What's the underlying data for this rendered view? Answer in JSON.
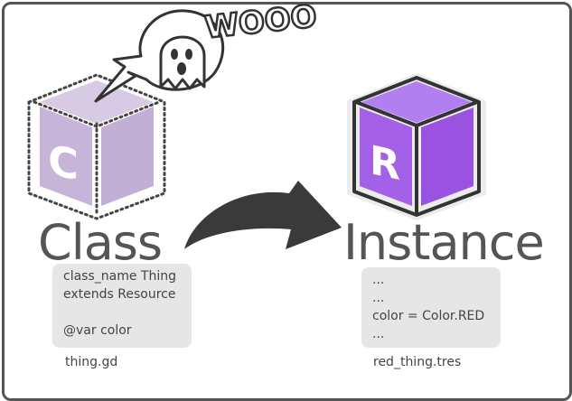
{
  "colors": {
    "frame": "#555555",
    "class_cube_fill": "#c6b5d9",
    "instance_cube_fill": "#a560e8",
    "arrow": "#3a3a3a",
    "code_bg": "#e6e6e6"
  },
  "ghost": {
    "sound_text": "WOOO",
    "icon": "ghost-icon"
  },
  "class_section": {
    "title": "Class",
    "cube_letter": "C",
    "code_lines": [
      "class_name Thing",
      "extends Resource",
      "",
      "@var color"
    ],
    "filename": "thing.gd"
  },
  "instance_section": {
    "title": "Instance",
    "cube_letter": "R",
    "code_lines": [
      "...",
      "...",
      "color = Color.RED",
      "..."
    ],
    "filename": "red_thing.tres"
  },
  "arrow": {
    "icon": "curved-arrow-icon"
  }
}
